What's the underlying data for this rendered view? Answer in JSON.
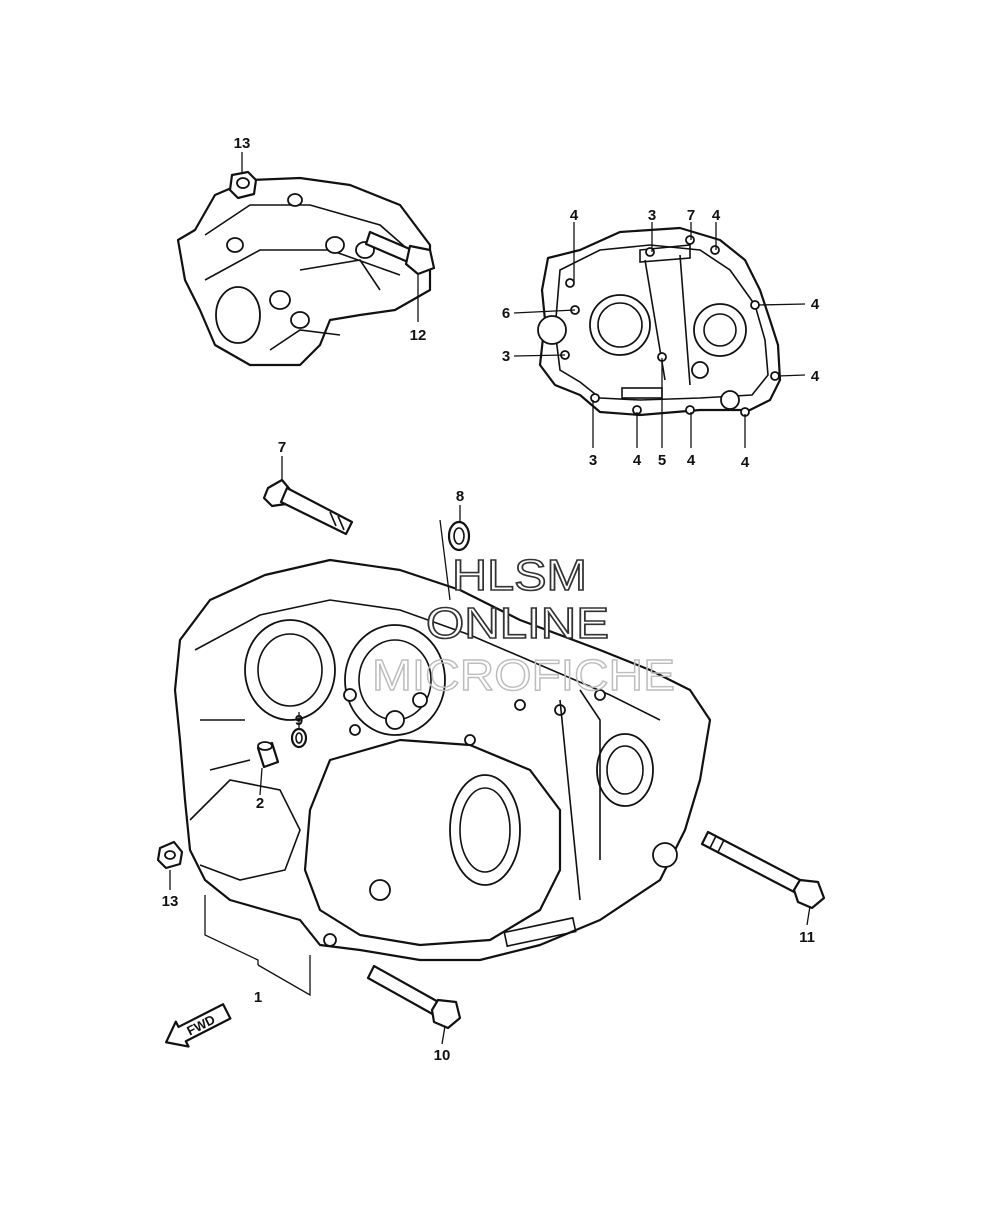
{
  "watermark": {
    "line1": "HLSM",
    "line2": "ONLINE",
    "line3": "MICROFICHE"
  },
  "direction_label": "FWD",
  "callouts": [
    {
      "id": "c13a",
      "label": "13"
    },
    {
      "id": "c12",
      "label": "12"
    },
    {
      "id": "c4a",
      "label": "4"
    },
    {
      "id": "c3a",
      "label": "3"
    },
    {
      "id": "c7a",
      "label": "7"
    },
    {
      "id": "c4b",
      "label": "4"
    },
    {
      "id": "c6",
      "label": "6"
    },
    {
      "id": "c4c",
      "label": "4"
    },
    {
      "id": "c3b",
      "label": "3"
    },
    {
      "id": "c4d",
      "label": "4"
    },
    {
      "id": "c3c",
      "label": "3"
    },
    {
      "id": "c4e",
      "label": "4"
    },
    {
      "id": "c5",
      "label": "5"
    },
    {
      "id": "c4f",
      "label": "4"
    },
    {
      "id": "c4g",
      "label": "4"
    },
    {
      "id": "c7b",
      "label": "7"
    },
    {
      "id": "c8",
      "label": "8"
    },
    {
      "id": "c9",
      "label": "9"
    },
    {
      "id": "c2",
      "label": "2"
    },
    {
      "id": "c13b",
      "label": "13"
    },
    {
      "id": "c1",
      "label": "1"
    },
    {
      "id": "c11",
      "label": "11"
    },
    {
      "id": "c10",
      "label": "10"
    }
  ]
}
